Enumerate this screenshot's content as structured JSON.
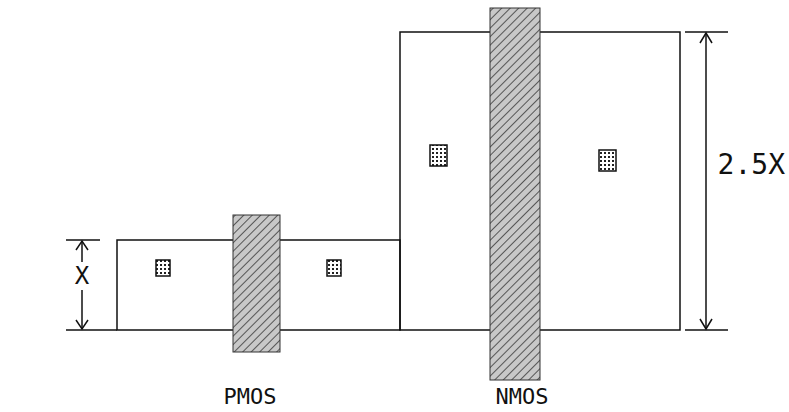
{
  "diagram": {
    "labels": [
      "X",
      "2.5X",
      "PMOS",
      "NMOS"
    ]
  }
}
